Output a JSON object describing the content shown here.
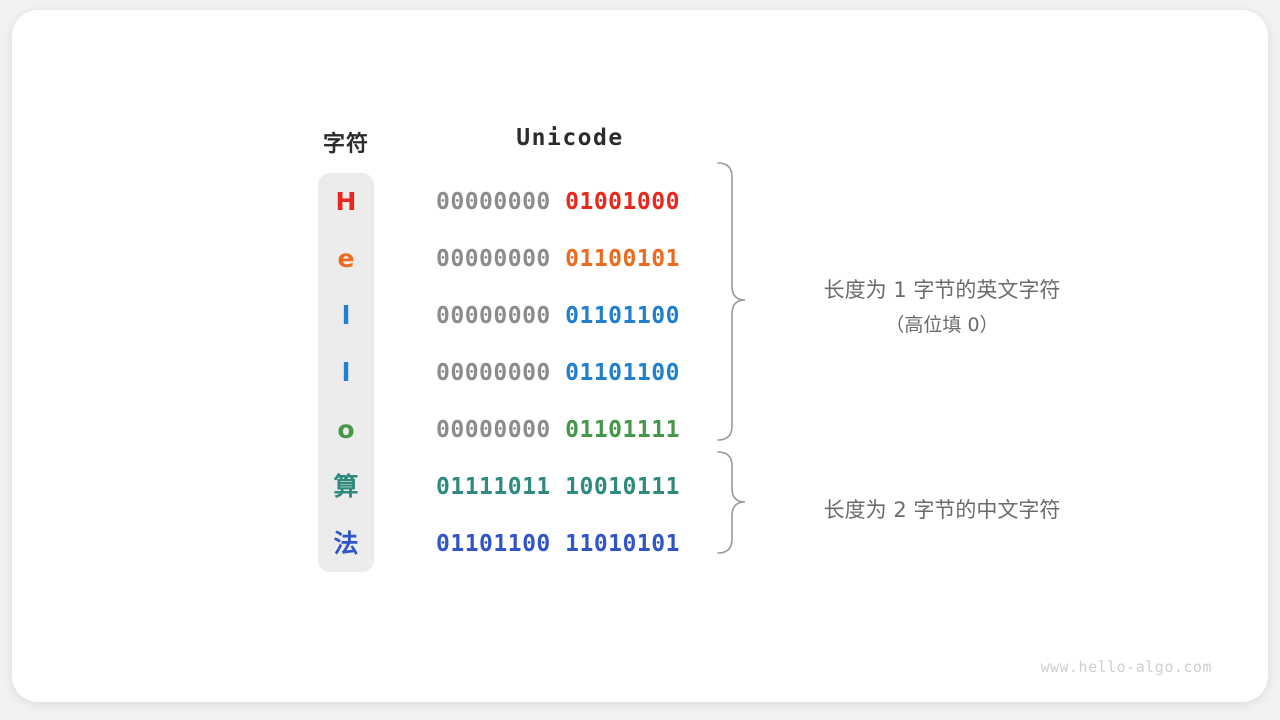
{
  "figure": {
    "background_color": "#f2f2f2",
    "card_color": "#ffffff",
    "column_background": "#ececec",
    "watermark": "www.hello-algo.com"
  },
  "headers": {
    "character": "字符",
    "unicode": "Unicode"
  },
  "rows": [
    {
      "char": "H",
      "high_bits": "00000000",
      "low_bits": "01001000",
      "color": "#e8281c",
      "high_color": "#8c8c8c",
      "two_byte": false
    },
    {
      "char": "e",
      "high_bits": "00000000",
      "low_bits": "01100101",
      "color": "#ec6b1e",
      "high_color": "#8c8c8c",
      "two_byte": false
    },
    {
      "char": "l",
      "high_bits": "00000000",
      "low_bits": "01101100",
      "color": "#2080cf",
      "high_color": "#8c8c8c",
      "two_byte": false
    },
    {
      "char": "l",
      "high_bits": "00000000",
      "low_bits": "01101100",
      "color": "#2080cf",
      "high_color": "#8c8c8c",
      "two_byte": false
    },
    {
      "char": "o",
      "high_bits": "00000000",
      "low_bits": "01101111",
      "color": "#45974a",
      "high_color": "#8c8c8c",
      "two_byte": false
    },
    {
      "char": "算",
      "high_bits": "01111011",
      "low_bits": "10010111",
      "color": "#2f8a7e",
      "high_color": "#2f8a7e",
      "two_byte": true
    },
    {
      "char": "法",
      "high_bits": "01101100",
      "low_bits": "11010101",
      "color": "#3055c8",
      "high_color": "#3055c8",
      "two_byte": true
    }
  ],
  "annotations": [
    {
      "id": "one-byte-note",
      "line1": "长度为 1 字节的英文字符",
      "line2": "（高位填 0）",
      "color": "#6b6b6b"
    },
    {
      "id": "two-byte-note",
      "line1": "长度为 2 字节的中文字符",
      "line2": "",
      "color": "#6b6b6b"
    }
  ]
}
